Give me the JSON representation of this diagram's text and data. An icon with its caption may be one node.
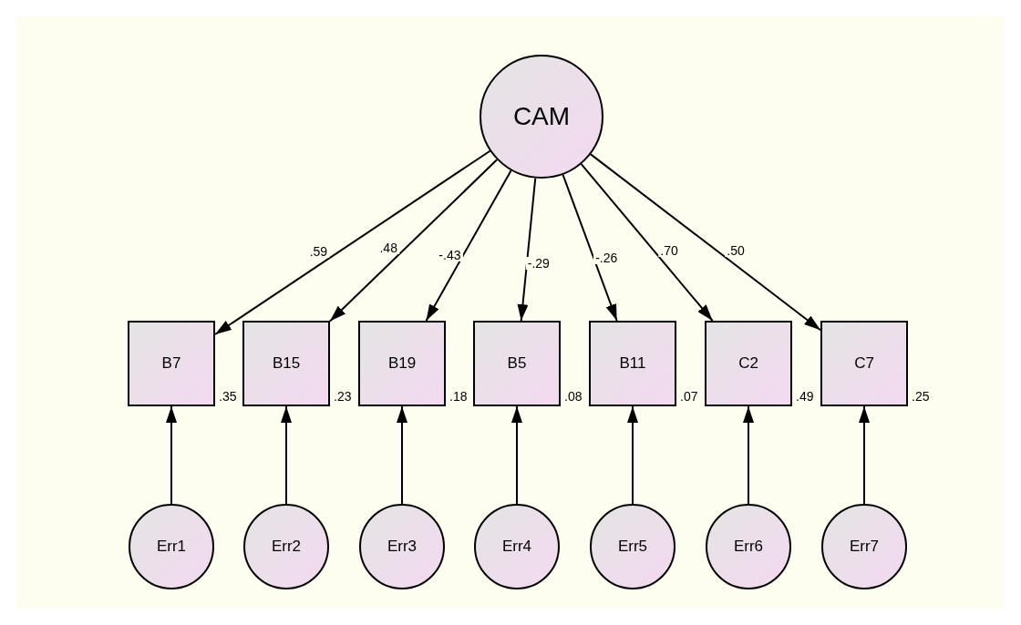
{
  "diagram": {
    "nodes": [
      {
        "text": [
          "CAM"
        ]
      },
      {
        "text": [
          "B7"
        ],
        "beside": [
          ".35"
        ]
      },
      {
        "text": [
          "B15"
        ],
        "beside": [
          ".23"
        ]
      },
      {
        "text": [
          "B19"
        ],
        "beside": [
          ".18"
        ]
      },
      {
        "text": [
          "B5"
        ],
        "beside": [
          ".08"
        ]
      },
      {
        "text": [
          "B11"
        ],
        "beside": [
          ".07"
        ]
      },
      {
        "text": [
          "C2"
        ],
        "beside": [
          ".49"
        ]
      },
      {
        "text": [
          "C7"
        ],
        "beside": [
          ".25"
        ]
      },
      {
        "text": [
          "Err1"
        ]
      },
      {
        "text": [
          "Err2"
        ]
      },
      {
        "text": [
          "Err3"
        ]
      },
      {
        "text": [
          "Err4"
        ]
      },
      {
        "text": [
          "Err5"
        ]
      },
      {
        "text": [
          "Err6"
        ]
      },
      {
        "text": [
          "Err7"
        ]
      }
    ],
    "edges": [
      {
        "from": 0,
        "to": 1,
        "arrow": "to",
        "label": ".59"
      },
      {
        "from": 0,
        "to": 2,
        "arrow": "to",
        "label": ".48"
      },
      {
        "from": 0,
        "to": 3,
        "arrow": "to",
        "label": "-.43"
      },
      {
        "from": 0,
        "to": 4,
        "arrow": "to",
        "label": "-.29"
      },
      {
        "from": 0,
        "to": 5,
        "arrow": "to",
        "label": "-.26"
      },
      {
        "from": 0,
        "to": 6,
        "arrow": "to",
        "label": ".70"
      },
      {
        "from": 0,
        "to": 7,
        "arrow": "to",
        "label": ".50"
      },
      {
        "from": 8,
        "to": 1,
        "arrow": "to"
      },
      {
        "from": 9,
        "to": 2,
        "arrow": "to"
      },
      {
        "from": 10,
        "to": 3,
        "arrow": "to"
      },
      {
        "from": 11,
        "to": 4,
        "arrow": "to"
      },
      {
        "from": 12,
        "to": 5,
        "arrow": "to"
      },
      {
        "from": 13,
        "to": 6,
        "arrow": "to"
      },
      {
        "from": 14,
        "to": 7,
        "arrow": "to"
      }
    ]
  }
}
